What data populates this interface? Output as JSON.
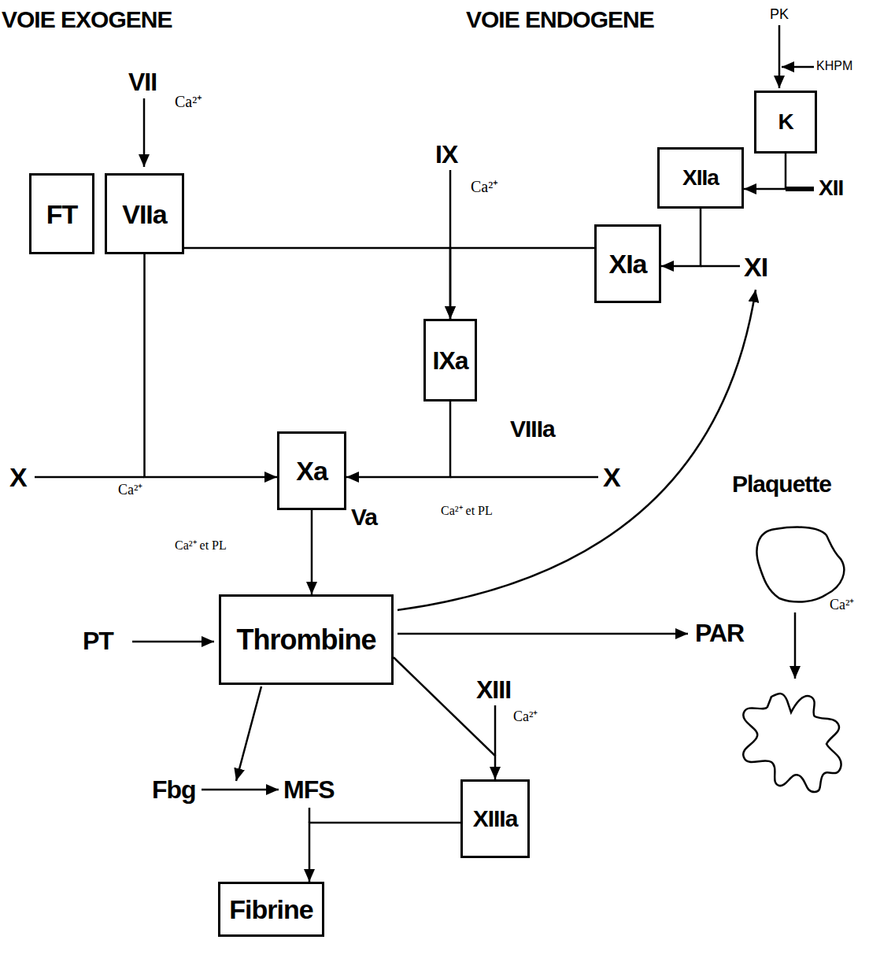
{
  "diagram": {
    "nodes": [
      {
        "text": [
          "FT"
        ]
      },
      {
        "text": [
          "VIIa"
        ]
      },
      {
        "text": [
          "K"
        ]
      },
      {
        "text": [
          "XIIa"
        ]
      },
      {
        "text": [
          "XIa"
        ]
      },
      {
        "text": [
          "IXa"
        ]
      },
      {
        "text": [
          "Xa"
        ]
      },
      {
        "text": [
          "Thrombine"
        ]
      },
      {
        "text": [
          "XIIIa"
        ]
      },
      {
        "text": [
          "Fibrine"
        ]
      }
    ],
    "edges": [
      {
        "from": 1,
        "to": 5,
        "arrow": "to"
      },
      {
        "from": 4,
        "to": 5,
        "arrow": "to"
      },
      {
        "from": 1,
        "to": 6,
        "arrow": "to"
      },
      {
        "from": 5,
        "to": 6,
        "arrow": "to"
      },
      {
        "from": 6,
        "to": 7,
        "arrow": "to"
      },
      {
        "from": 7,
        "to": 8,
        "arrow": "to"
      },
      {
        "from": 8,
        "to": 9,
        "arrow": "to"
      },
      {
        "from": 2,
        "to": 3,
        "arrow": "to"
      },
      {
        "from": 3,
        "to": 4,
        "arrow": "to"
      }
    ],
    "labels": [
      "VOIE EXOGENE",
      "VOIE ENDOGENE",
      "PK",
      "KHPM",
      "XII",
      "VII",
      "Ca²⁺",
      "IX",
      "Ca²⁺",
      "XI",
      "VIIIa",
      "X",
      "Ca²⁺",
      "X",
      "Ca²⁺ et PL",
      "Va",
      "Ca²⁺ et PL",
      "Plaquette",
      "PAR",
      "Ca²⁺",
      "PT",
      "XIII",
      "Ca²⁺",
      "Fbg",
      "MFS"
    ]
  }
}
